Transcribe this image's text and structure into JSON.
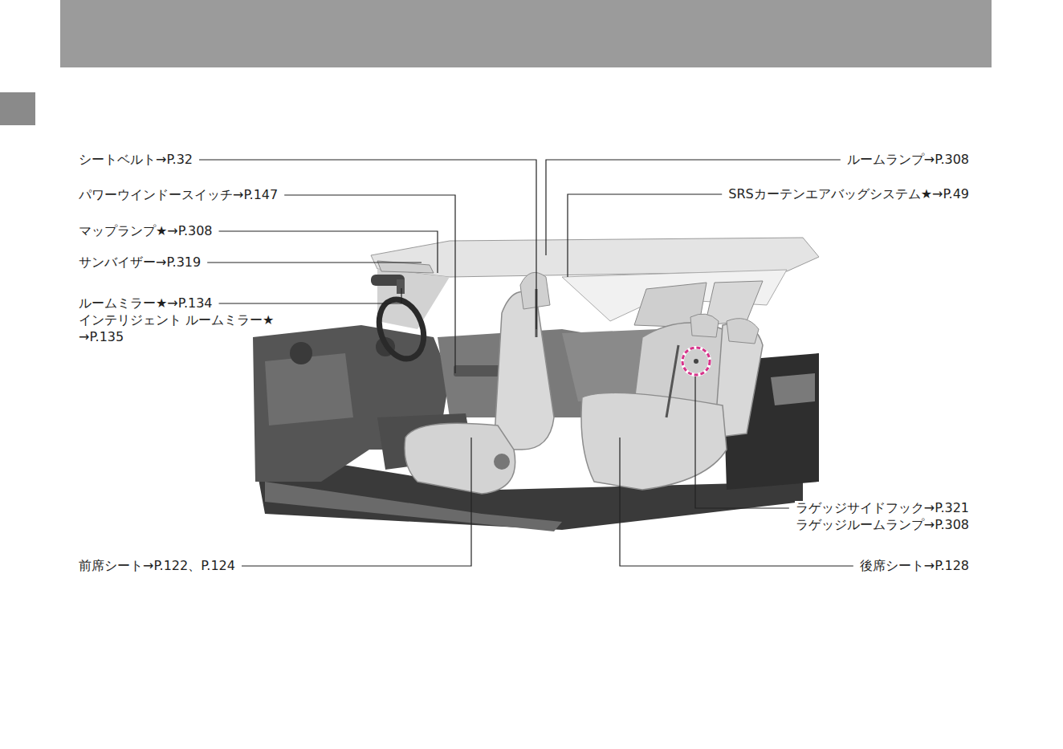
{
  "diagram": {
    "labels": [
      "シートベルト→P.32",
      "パワーウインドースイッチ→P.147",
      "マップランプ★→P.308",
      "サンバイザー→P.319",
      "ルームミラー★→P.134",
      "インテリジェント ルームミラー★",
      "→P.135",
      "ルームランプ→P.308",
      "SRSカーテンエアバッグシステム★→P.49",
      "ラゲッジサイドフック→P.321",
      "ラゲッジルームランプ→P.308",
      "前席シート→P.122、P.124",
      "後席シート→P.128"
    ]
  }
}
